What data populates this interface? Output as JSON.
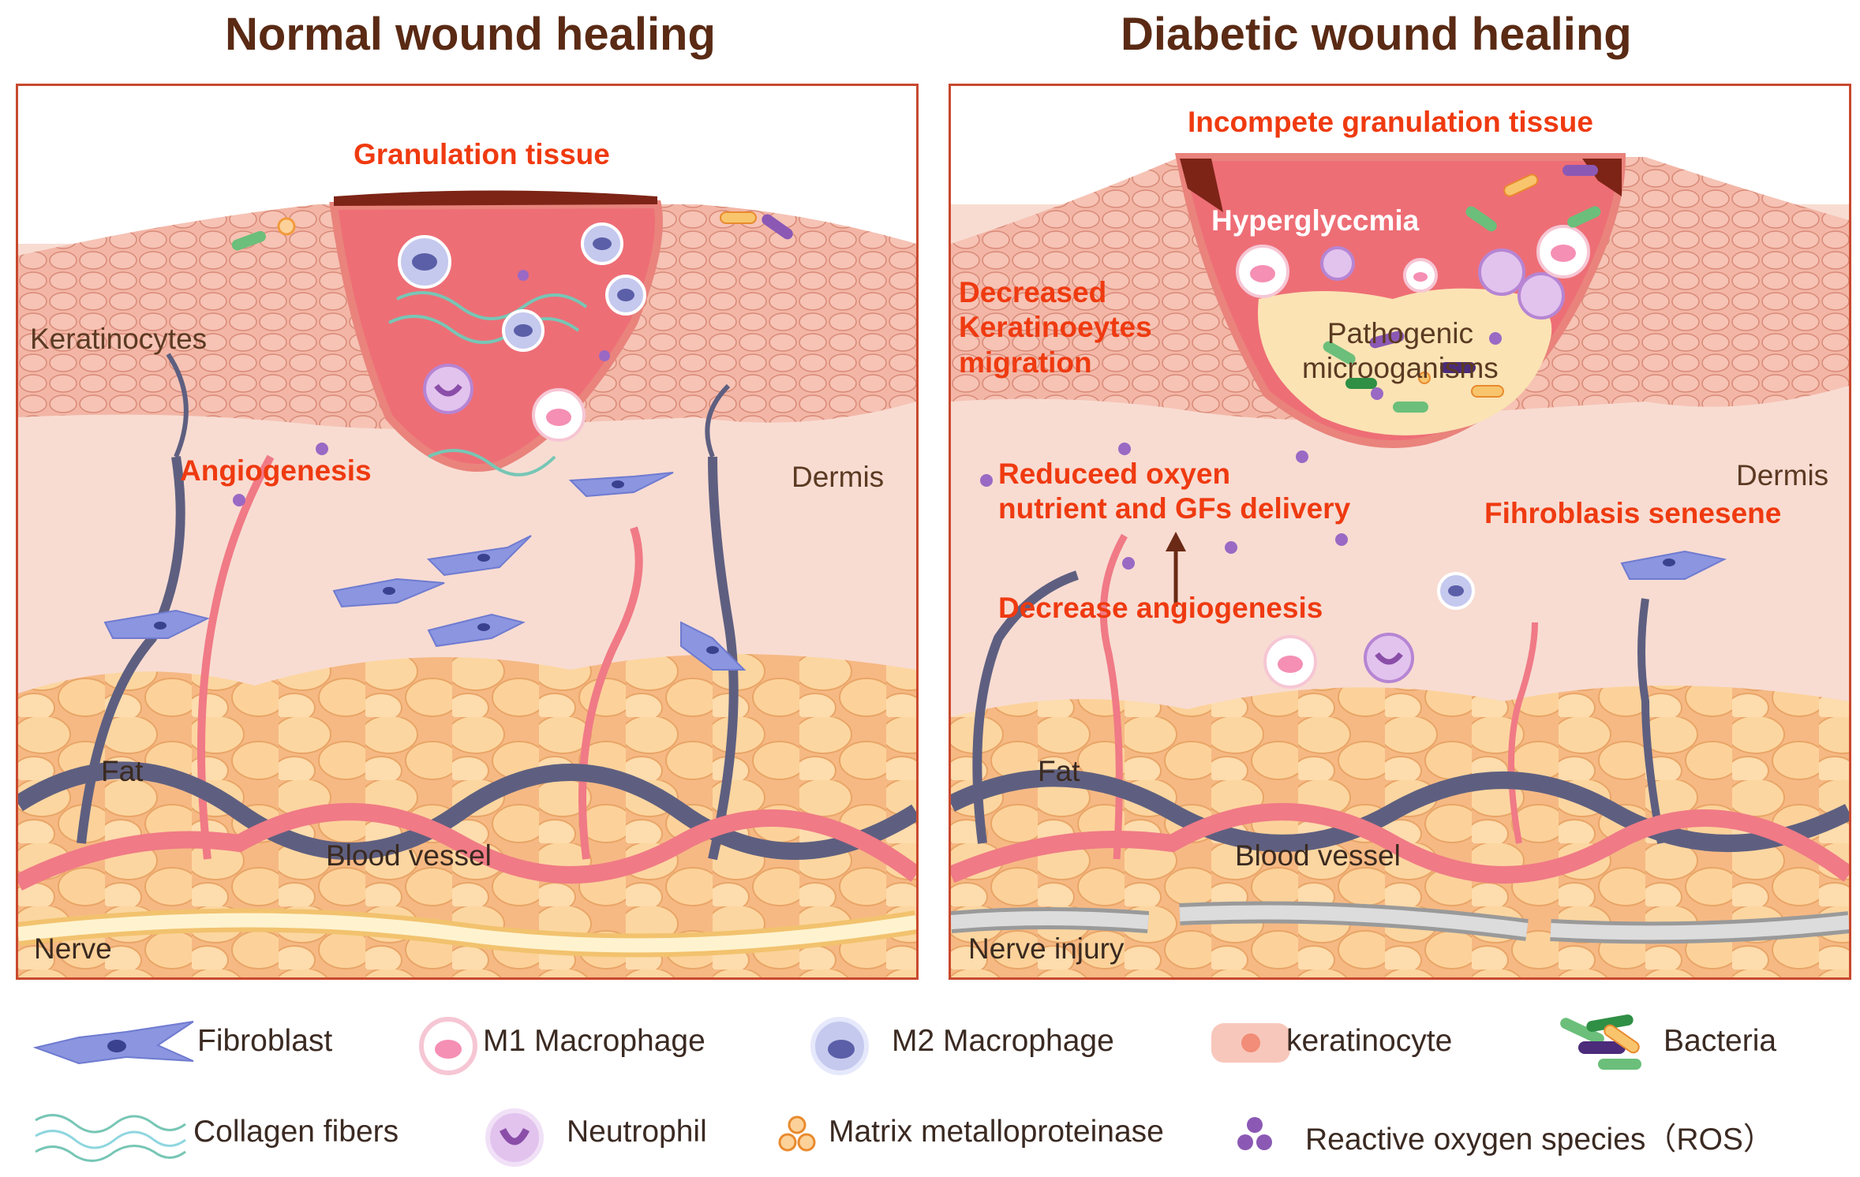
{
  "titles": {
    "normal": "Normal wound healing",
    "diabetic": "Diabetic wound healing"
  },
  "normal_panel": {
    "granulation": "Granulation tissue",
    "keratinocytes": "Keratinocytes",
    "angiogenesis": "Angiogenesis",
    "dermis": "Dermis",
    "fat": "Fat",
    "blood_vessel": "Blood vessel",
    "nerve": "Nerve"
  },
  "diabetic_panel": {
    "granulation": "Incompete granulation tissue",
    "hyperglycemia": "Hyperglyccmia",
    "keratinocyte_line1": "Decreased",
    "keratinocyte_line2": "Keratinoeytes",
    "keratinocyte_line3": "migration",
    "pathogenic_line1": "Pathogenic",
    "pathogenic_line2": "microoganisms",
    "oxygen_line1": "Reduceed oxyen",
    "oxygen_line2": "nutrient and GFs delivery",
    "fibroblast": "Fihroblasis senesene",
    "dermis": "Dermis",
    "angiogenesis": "Decrease angiogenesis",
    "fat": "Fat",
    "blood_vessel": "Blood vessel",
    "nerve": "Nerve injury"
  },
  "legend": {
    "fibroblast": "Fibroblast",
    "m1": "M1 Macrophage",
    "m2": "M2 Macrophage",
    "keratinocyte": "keratinocyte",
    "bacteria": "Bacteria",
    "collagen": "Collagen fibers",
    "neutrophil": "Neutrophil",
    "mmp": "Matrix metalloproteinase",
    "ros": "Reactive oxygen species（ROS）"
  },
  "colors": {
    "label_red": "#ef3a10",
    "title_brown": "#5a2a14",
    "border": "#c8492e",
    "vessel_dark": "#5e5f80",
    "vessel_pink": "#f07a86",
    "wound": "#ee6e76",
    "fat": "#fbd59a"
  }
}
